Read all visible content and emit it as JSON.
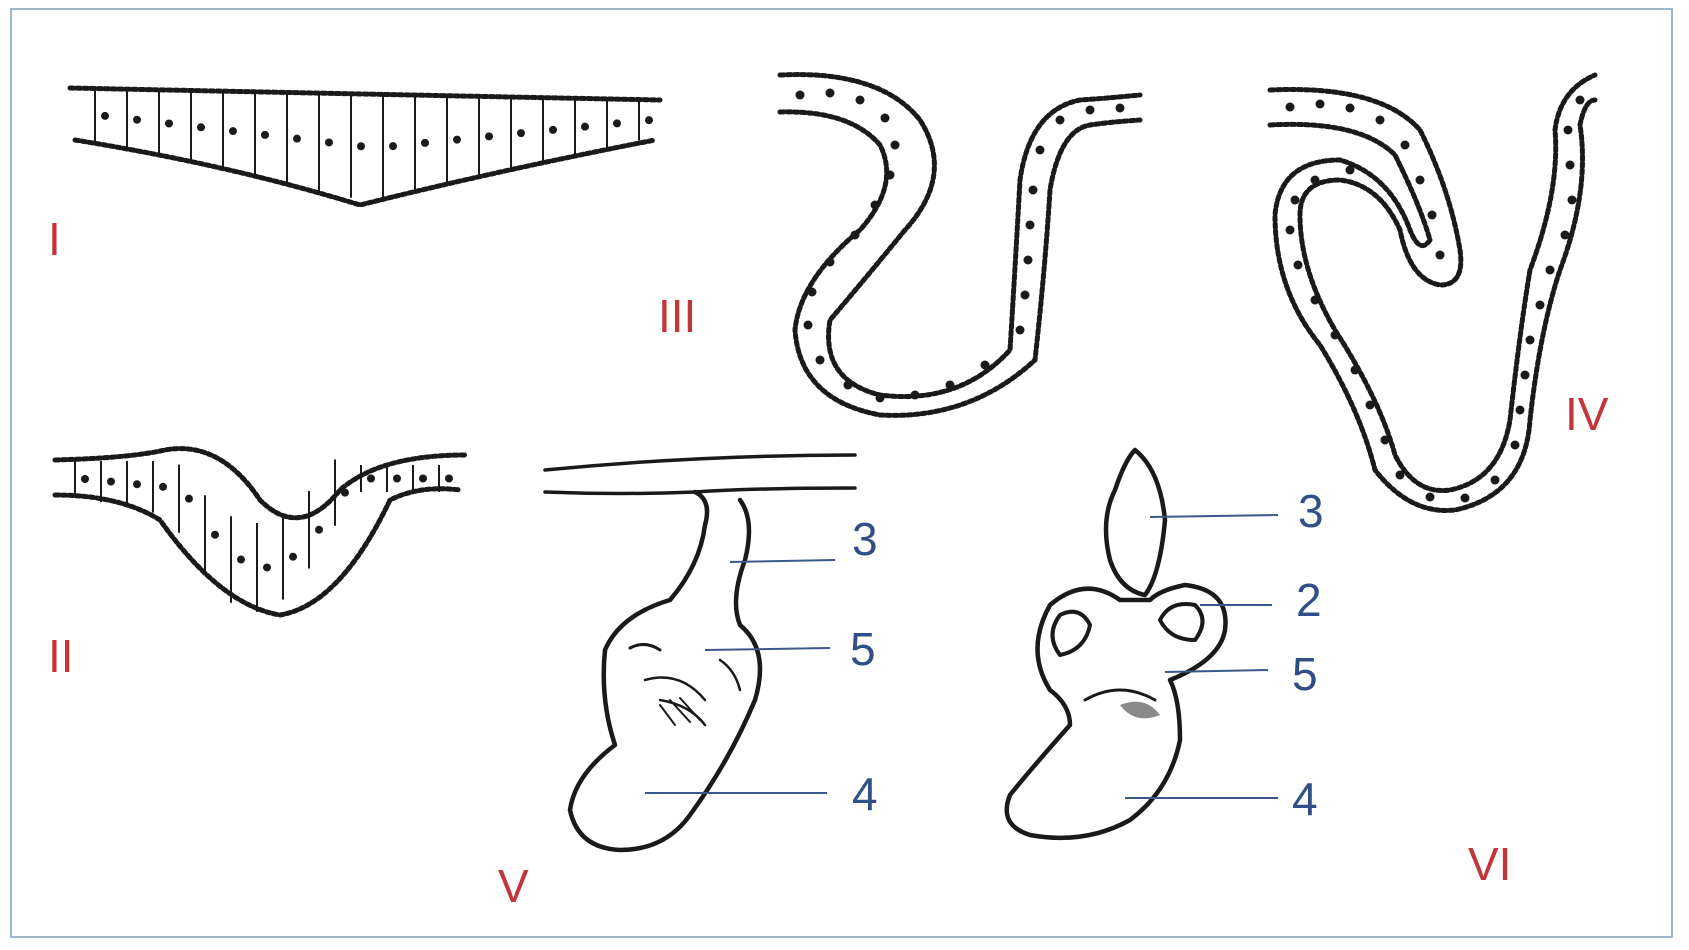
{
  "stages": [
    {
      "id": "I",
      "label": "I"
    },
    {
      "id": "II",
      "label": "II"
    },
    {
      "id": "III",
      "label": "III"
    },
    {
      "id": "IV",
      "label": "IV"
    },
    {
      "id": "V",
      "label": "V"
    },
    {
      "id": "VI",
      "label": "VI"
    }
  ],
  "stage_V_parts": [
    "3",
    "5",
    "4"
  ],
  "stage_VI_parts": [
    "3",
    "2",
    "5",
    "4"
  ],
  "colors": {
    "stage_label": "#c2353a",
    "part_label": "#2f4f86",
    "leader_line": "#3b5a8a",
    "frame": "#9fb6cf",
    "ink": "#1a1a1a"
  }
}
